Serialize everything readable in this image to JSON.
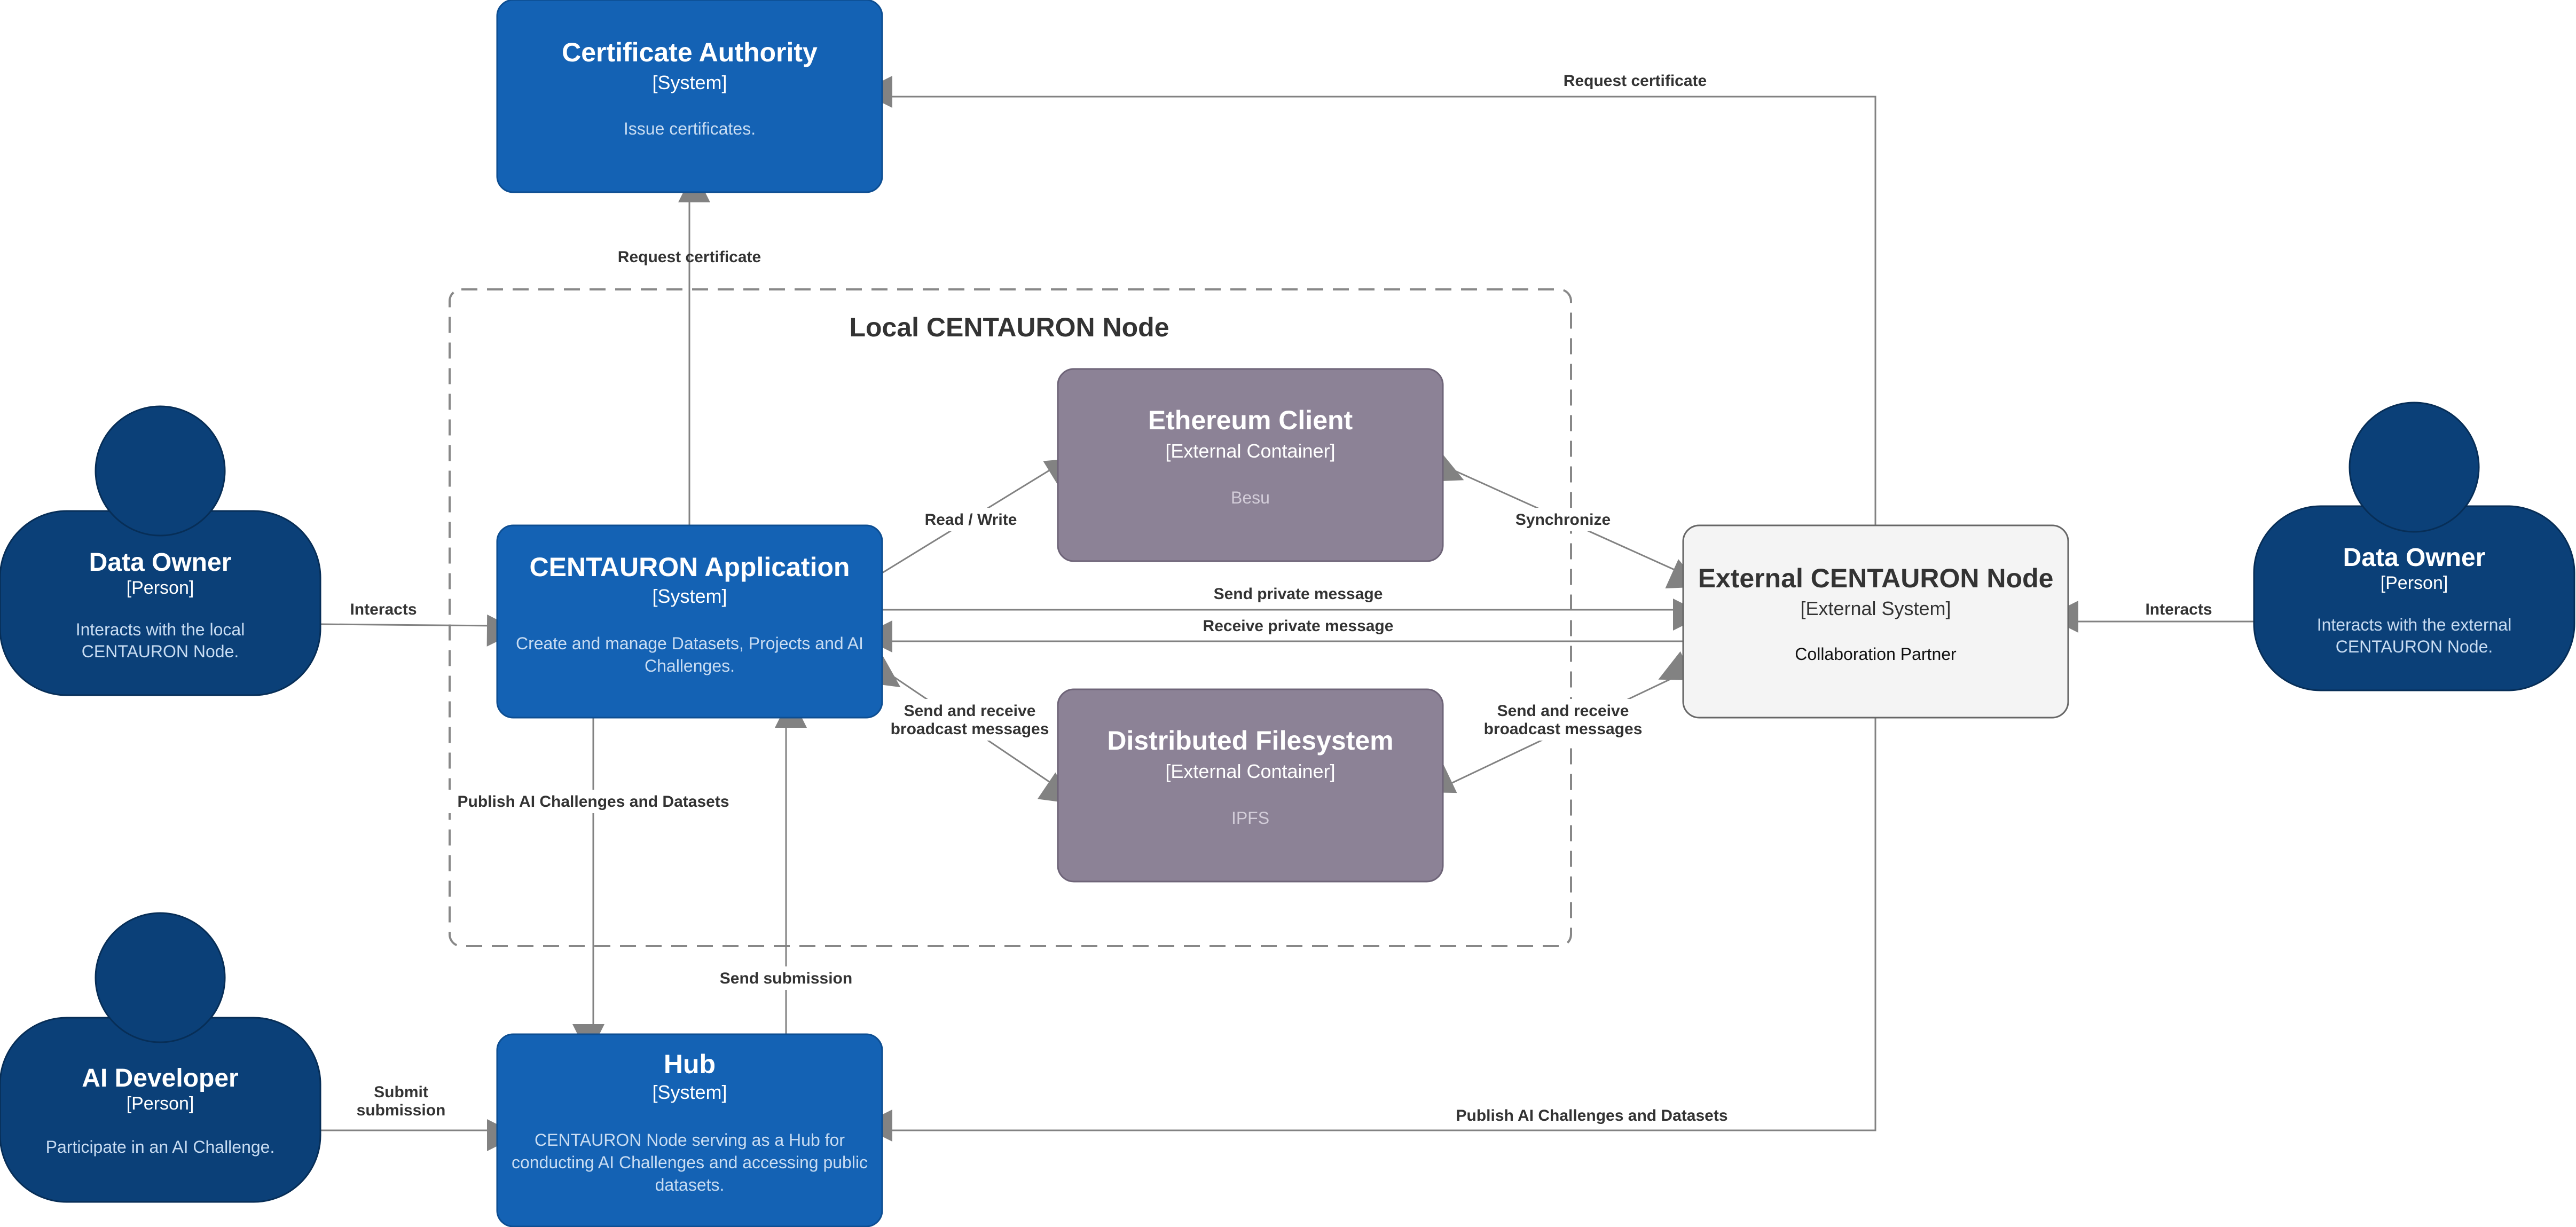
{
  "colors": {
    "system": "#1462B4",
    "system_stroke": "#0D4E92",
    "person": "#0B4078",
    "person_stroke": "#072E57",
    "external_container": "#8C8296",
    "external_container_stroke": "#6E6478",
    "external_system": "#F4F4F4",
    "external_system_stroke": "#666666",
    "edge": "#828282",
    "boundary": "#888888"
  },
  "boundary": {
    "label": "Local CENTAURON Node"
  },
  "nodes": {
    "certificate_authority": {
      "title": "Certificate Authority",
      "type": "[System]",
      "description": [
        "Issue certificates."
      ]
    },
    "centauron_app": {
      "title": "CENTAURON Application",
      "type": "[System]",
      "description": [
        "Create and manage Datasets, Projects and AI",
        "Challenges."
      ]
    },
    "ethereum_client": {
      "title": "Ethereum Client",
      "type": "[External Container]",
      "description": [
        "Besu"
      ]
    },
    "dist_fs": {
      "title": "Distributed Filesystem",
      "type": "[External Container]",
      "description": [
        "IPFS"
      ]
    },
    "external_node": {
      "title": "External CENTAURON Node",
      "type": "[External System]",
      "description": [
        "Collaboration Partner"
      ]
    },
    "hub": {
      "title": "Hub",
      "type": "[System]",
      "description": [
        "CENTAURON Node serving as a Hub for",
        "conducting AI Challenges and accessing public",
        "datasets."
      ]
    },
    "data_owner_local": {
      "title": "Data Owner",
      "type": "[Person]",
      "description": [
        "Interacts with the local",
        "CENTAURON Node."
      ]
    },
    "data_owner_external": {
      "title": "Data Owner",
      "type": "[Person]",
      "description": [
        "Interacts with the external",
        "CENTAURON Node."
      ]
    },
    "ai_developer": {
      "title": "AI Developer",
      "type": "[Person]",
      "description": [
        "Participate in an AI Challenge."
      ]
    }
  },
  "edges": {
    "ext_to_ca": [
      "Request certificate"
    ],
    "app_to_ca": [
      "Request certificate"
    ],
    "owner_local_to_app": [
      "Interacts"
    ],
    "app_to_eth": [
      "Read / Write"
    ],
    "eth_ext_sync": [
      "Synchronize"
    ],
    "app_to_ext_private": [
      "Send private message"
    ],
    "ext_to_app_private": [
      "Receive private message"
    ],
    "app_fs_broadcast": [
      "Send and receive",
      "broadcast messages"
    ],
    "ext_fs_broadcast": [
      "Send and receive",
      "broadcast messages"
    ],
    "owner_ext_to_ext": [
      "Interacts"
    ],
    "app_to_hub_publish": [
      "Publish AI Challenges and Datasets"
    ],
    "hub_to_app_submission": [
      "Send submission"
    ],
    "dev_to_hub": [
      "Submit",
      "submission"
    ],
    "ext_to_hub_publish": [
      "Publish AI Challenges and Datasets"
    ]
  }
}
